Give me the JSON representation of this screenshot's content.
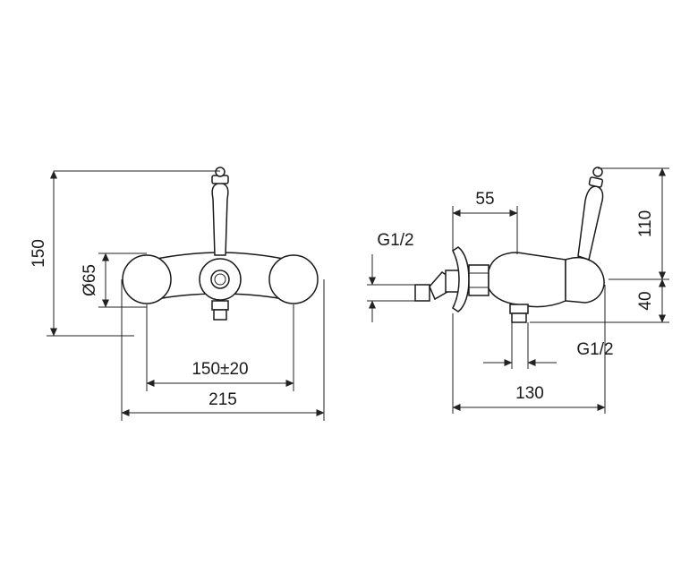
{
  "front_view": {
    "height_label": "150",
    "diameter_label": "Ø65",
    "centers_label": "150±20",
    "width_label": "215"
  },
  "side_view": {
    "projection_label": "55",
    "inlet_thread_label": "G1/2",
    "outlet_thread_label": "G1/2",
    "depth_label": "130",
    "lever_height_label": "110",
    "outlet_height_label": "40"
  }
}
